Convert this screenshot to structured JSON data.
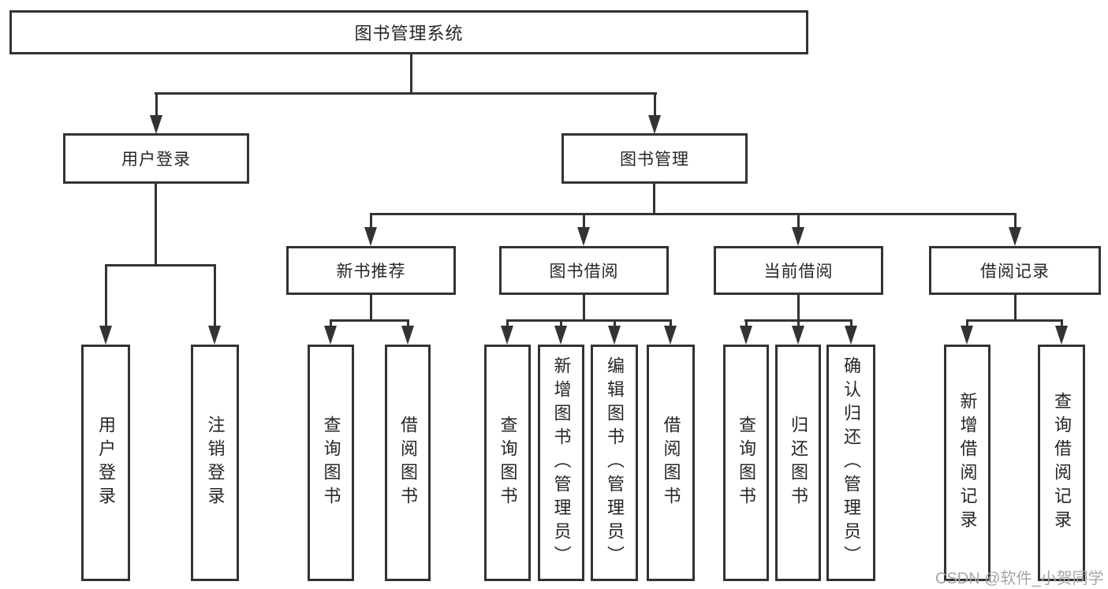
{
  "diagram": {
    "root": {
      "label": "图书管理系统"
    },
    "branches": [
      {
        "label": "用户登录",
        "leaves": [
          {
            "label": "用户登录"
          },
          {
            "label": "注销登录"
          }
        ]
      },
      {
        "label": "图书管理",
        "groups": [
          {
            "label": "新书推荐",
            "leaves": [
              {
                "label": "查询图书"
              },
              {
                "label": "借阅图书"
              }
            ]
          },
          {
            "label": "图书借阅",
            "leaves": [
              {
                "label": "查询图书"
              },
              {
                "label": "新增图书（管理员）"
              },
              {
                "label": "编辑图书（管理员）"
              },
              {
                "label": "借阅图书"
              }
            ]
          },
          {
            "label": "当前借阅",
            "leaves": [
              {
                "label": "查询图书"
              },
              {
                "label": "归还图书"
              },
              {
                "label": "确认归还（管理员）"
              }
            ]
          },
          {
            "label": "借阅记录",
            "leaves": [
              {
                "label": "新增借阅记录"
              },
              {
                "label": "查询借阅记录"
              }
            ]
          }
        ]
      }
    ]
  },
  "watermark": {
    "text": "CSDN @软件_小贺同学"
  },
  "colors": {
    "line": "#333333",
    "text": "#262626",
    "watermark": "#a6a6a6",
    "background": "#ffffff"
  }
}
